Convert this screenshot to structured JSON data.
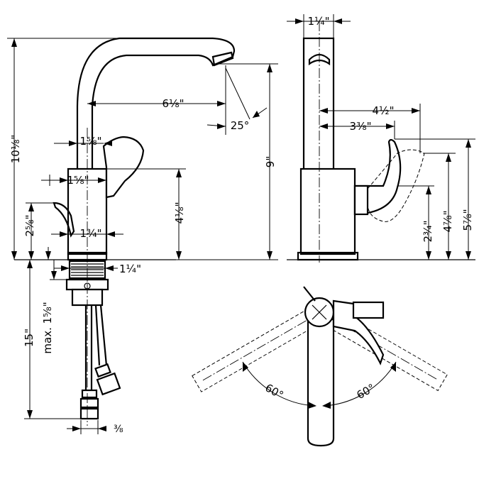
{
  "labels": {
    "overall_height": "10⅛\"",
    "spout_reach": "6⅛\"",
    "swivel_angle": "25°",
    "spout_height": "9\"",
    "handle_width": "1⅝\"",
    "body_width_upper": "1⅝\"",
    "handle_height": "4⅛\"",
    "lever_height": "2⅝\"",
    "base_diameter": "1¾\"",
    "shank_diameter": "1¼\"",
    "below_deck": "15\"",
    "max_deck": "max. 1⅝\"",
    "supply_connection": "⅜",
    "side_body_width": "1¼\"",
    "side_reach_total": "4½\"",
    "side_reach_lever": "3⅜\"",
    "side_lever_low": "2¾\"",
    "side_lever_mid": "4⅞\"",
    "side_lever_high": "5⅞\"",
    "rotation_left": "60°",
    "rotation_right": "60°"
  }
}
